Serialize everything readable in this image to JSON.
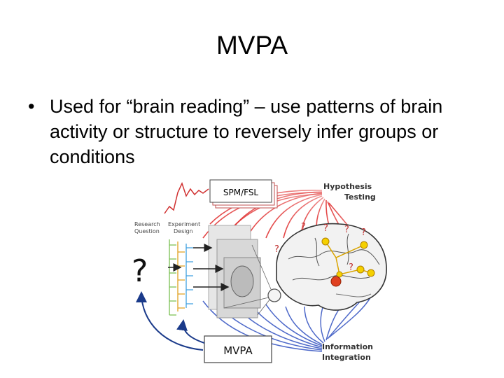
{
  "slide": {
    "title": "MVPA",
    "bullet": "Used for “brain reading” – use patterns of brain activity or structure to reversely infer groups or conditions"
  },
  "figure": {
    "spm_label": "SPM/FSL",
    "hypothesis_line1": "Hypothesis",
    "hypothesis_line2": "Testing",
    "research_line1": "Research",
    "research_line2": "Question",
    "experiment_line1": "Experiment",
    "experiment_line2": "Design",
    "question_mark": "?",
    "mvpa_label": "MVPA",
    "information_line1": "Information",
    "information_line2": "Integration",
    "colors": {
      "red_fan": "#e03030",
      "blue_fan": "#3050c0",
      "arrow_blue": "#1a3a8a",
      "gray": "#888888"
    }
  }
}
